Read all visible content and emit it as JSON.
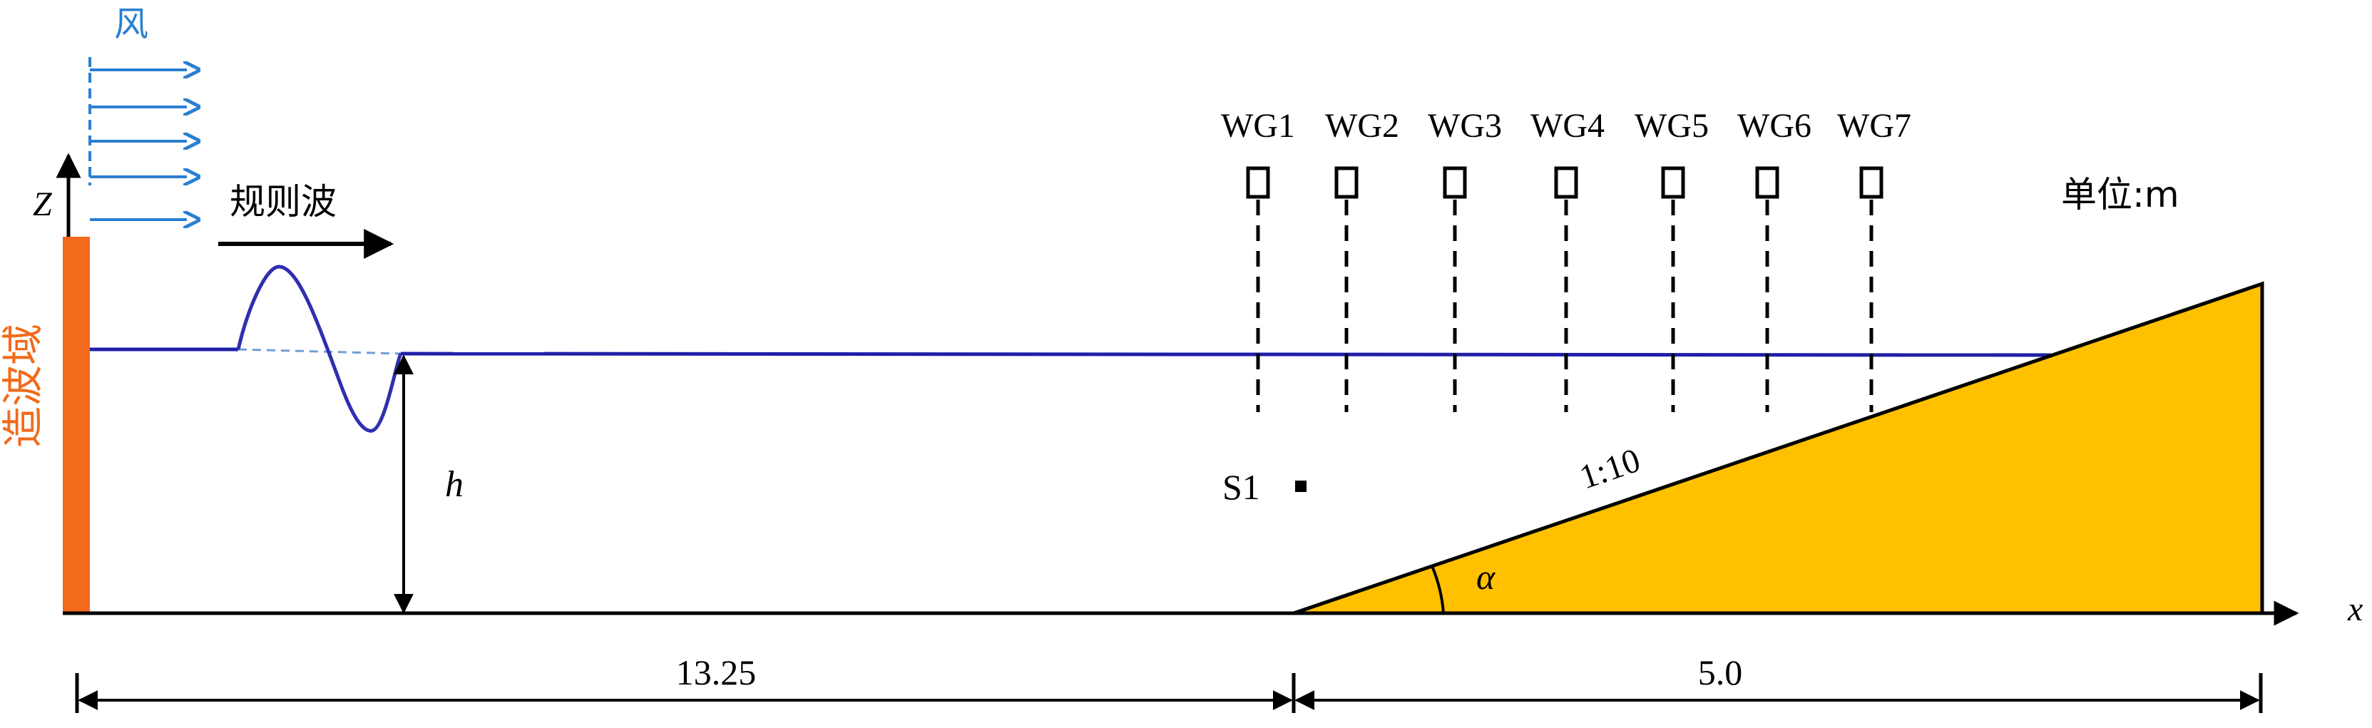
{
  "diagram": {
    "wind_label": "风",
    "wave_label": "规则波",
    "wavemaker_label": "造波域",
    "z_axis_label": "Z",
    "x_axis_label": "x",
    "depth_label": "h",
    "unit_label": "单位:m",
    "slope_label": "1:10",
    "angle_label": "α",
    "probe_point_label": "S1",
    "gauges": [
      "WG1",
      "WG2",
      "WG3",
      "WG4",
      "WG5",
      "WG6",
      "WG7"
    ],
    "dim_left_label": "13.25",
    "dim_right_label": "5.0",
    "colors": {
      "wave_line": "#1f1fa8",
      "wind": "#2a7fd0",
      "wavemaker": "#f26a1b",
      "beach": "#ffc000",
      "ink": "#000000"
    }
  }
}
